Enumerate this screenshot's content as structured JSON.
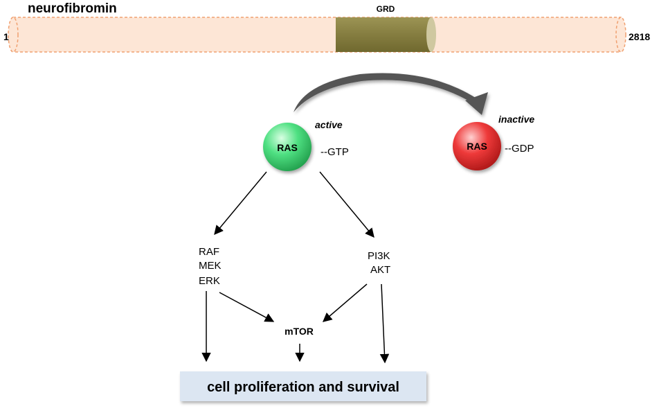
{
  "protein": {
    "name": "neurofibromin",
    "start": "1",
    "end": "2818",
    "domain_label": "GRD"
  },
  "ras_active": {
    "label": "RAS",
    "state": "active",
    "nucleotide": "--GTP",
    "color": "#33d46a"
  },
  "ras_inactive": {
    "label": "RAS",
    "state": "inactive",
    "nucleotide": "--GDP",
    "color": "#e02a2a"
  },
  "pathway_left": {
    "lines": [
      "RAF",
      "MEK",
      "ERK"
    ]
  },
  "pathway_right": {
    "lines": [
      "PI3K",
      "AKT"
    ]
  },
  "convergence": {
    "label": "mTOR"
  },
  "outcome": {
    "label": "cell proliferation and survival"
  },
  "colors": {
    "protein_fill": "#fde6d6",
    "protein_border": "#f0a070",
    "grd_fill": "#8a8246",
    "outcome_fill": "#dce6f2"
  }
}
